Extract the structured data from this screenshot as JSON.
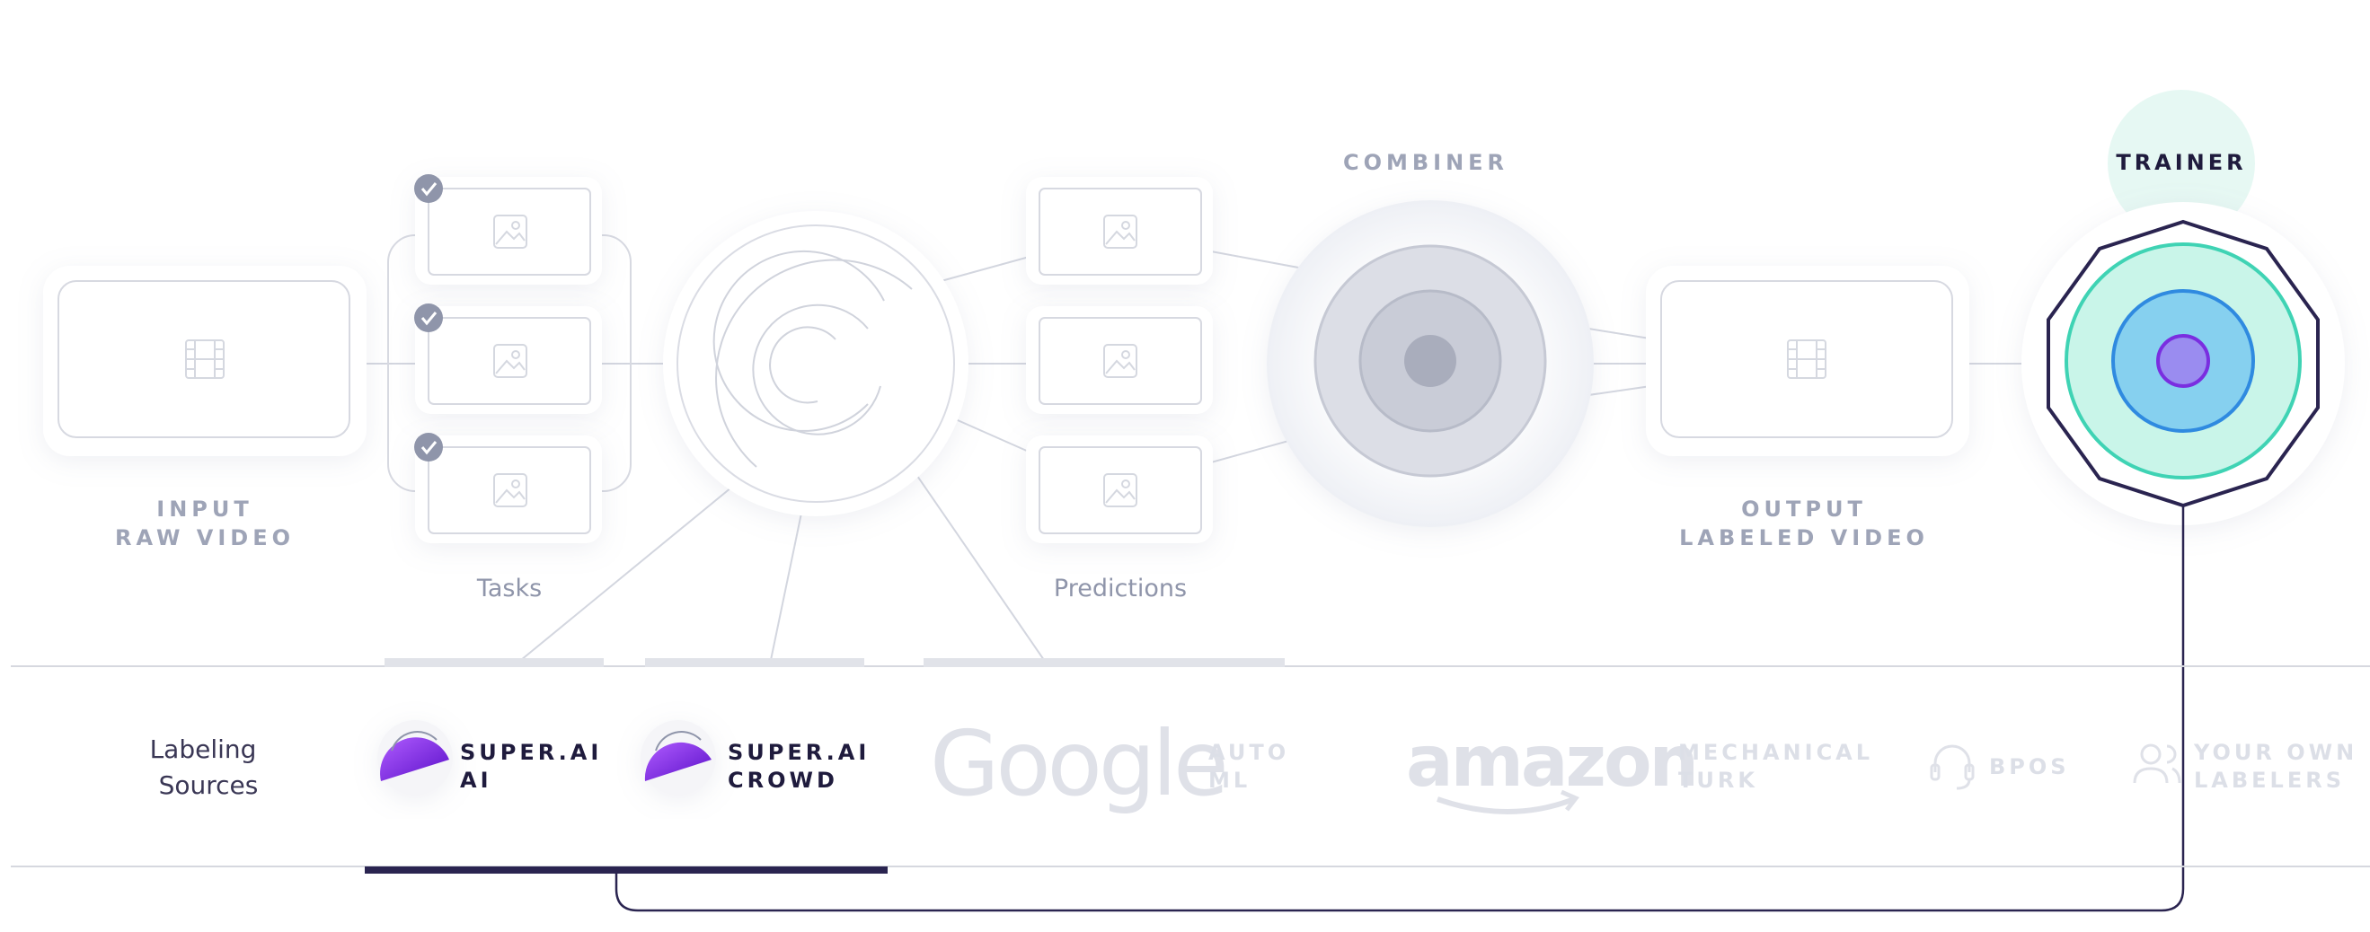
{
  "pipeline": {
    "input_line1": "INPUT",
    "input_line2": "RAW VIDEO",
    "tasks_label": "Tasks",
    "predictions_label": "Predictions",
    "combiner_label": "COMBINER",
    "output_line1": "OUTPUT",
    "output_line2": "LABELED VIDEO",
    "trainer_label": "TRAINER"
  },
  "sources": {
    "title_line1": "Labeling",
    "title_line2": "Sources",
    "items": [
      {
        "line1": "SUPER.AI",
        "line2": "AI"
      },
      {
        "line1": "SUPER.AI",
        "line2": "CROWD"
      },
      {
        "logo": "Google",
        "line1": "AUTO",
        "line2": "ML"
      },
      {
        "logo": "amazon",
        "line1": "MECHANICAL",
        "line2": "TURK"
      },
      {
        "line1": "BPOS"
      },
      {
        "line1": "YOUR OWN",
        "line2": "LABELERS"
      }
    ]
  },
  "icons": [
    "film-icon",
    "image-icon",
    "check-icon",
    "headset-icon",
    "users-icon",
    "super-ai-logo-icon"
  ],
  "colors": {
    "accent_dark": "#2a2450",
    "purple": "#7a2ee0",
    "teal": "#3fd3b4",
    "blue": "#2f8ae0",
    "muted": "#9ea4b7",
    "line": "#cfd2dc"
  }
}
